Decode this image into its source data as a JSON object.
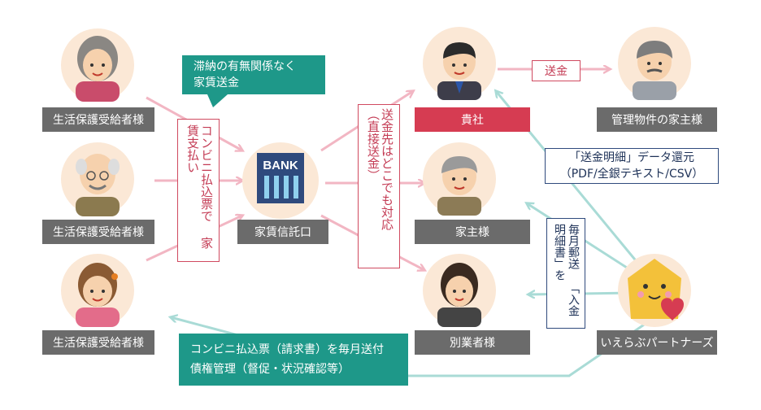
{
  "people": {
    "recipient_top_label": "生活保護受給者様",
    "recipient_mid_label": "生活保護受給者様",
    "recipient_bot_label": "生活保護受給者様",
    "company_label": "貴社",
    "landlord_label": "家主様",
    "other_business_label": "別業者様",
    "property_owner_label": "管理物件の家主様",
    "partner_label": "いえらぶパートナーズ"
  },
  "bank": {
    "sign": "BANK",
    "label": "家賃信託口"
  },
  "callouts": {
    "top_line1": "滞納の有無関係なく",
    "top_line2": "家賃送金",
    "bottom_line1": "コンビニ払込票（請求書）を毎月送付",
    "bottom_line2": "債権管理（督促・状況確認等）"
  },
  "boxes": {
    "conveni_col1": "コンビニ払込票で",
    "conveni_col2": "家賃支払い",
    "send_col1": "送金先はどこでも対応",
    "send_col2": "（直接送金）",
    "send_label": "送金",
    "statement_line1": "「送金明細」データ還元",
    "statement_line2": "（PDF/全銀テキスト/CSV）",
    "monthly_col1": "毎月郵送",
    "monthly_col2": "「入金明細書」を"
  },
  "colors": {
    "pink_arrow": "#f2b6c3",
    "teal_arrow": "#a9dbd6",
    "teal_callout": "#1e9889",
    "red_label": "#d63c52",
    "gray_label": "#6b6b6b",
    "navy_border": "#2f4a7d",
    "circle_bg": "#fbe8d6"
  }
}
